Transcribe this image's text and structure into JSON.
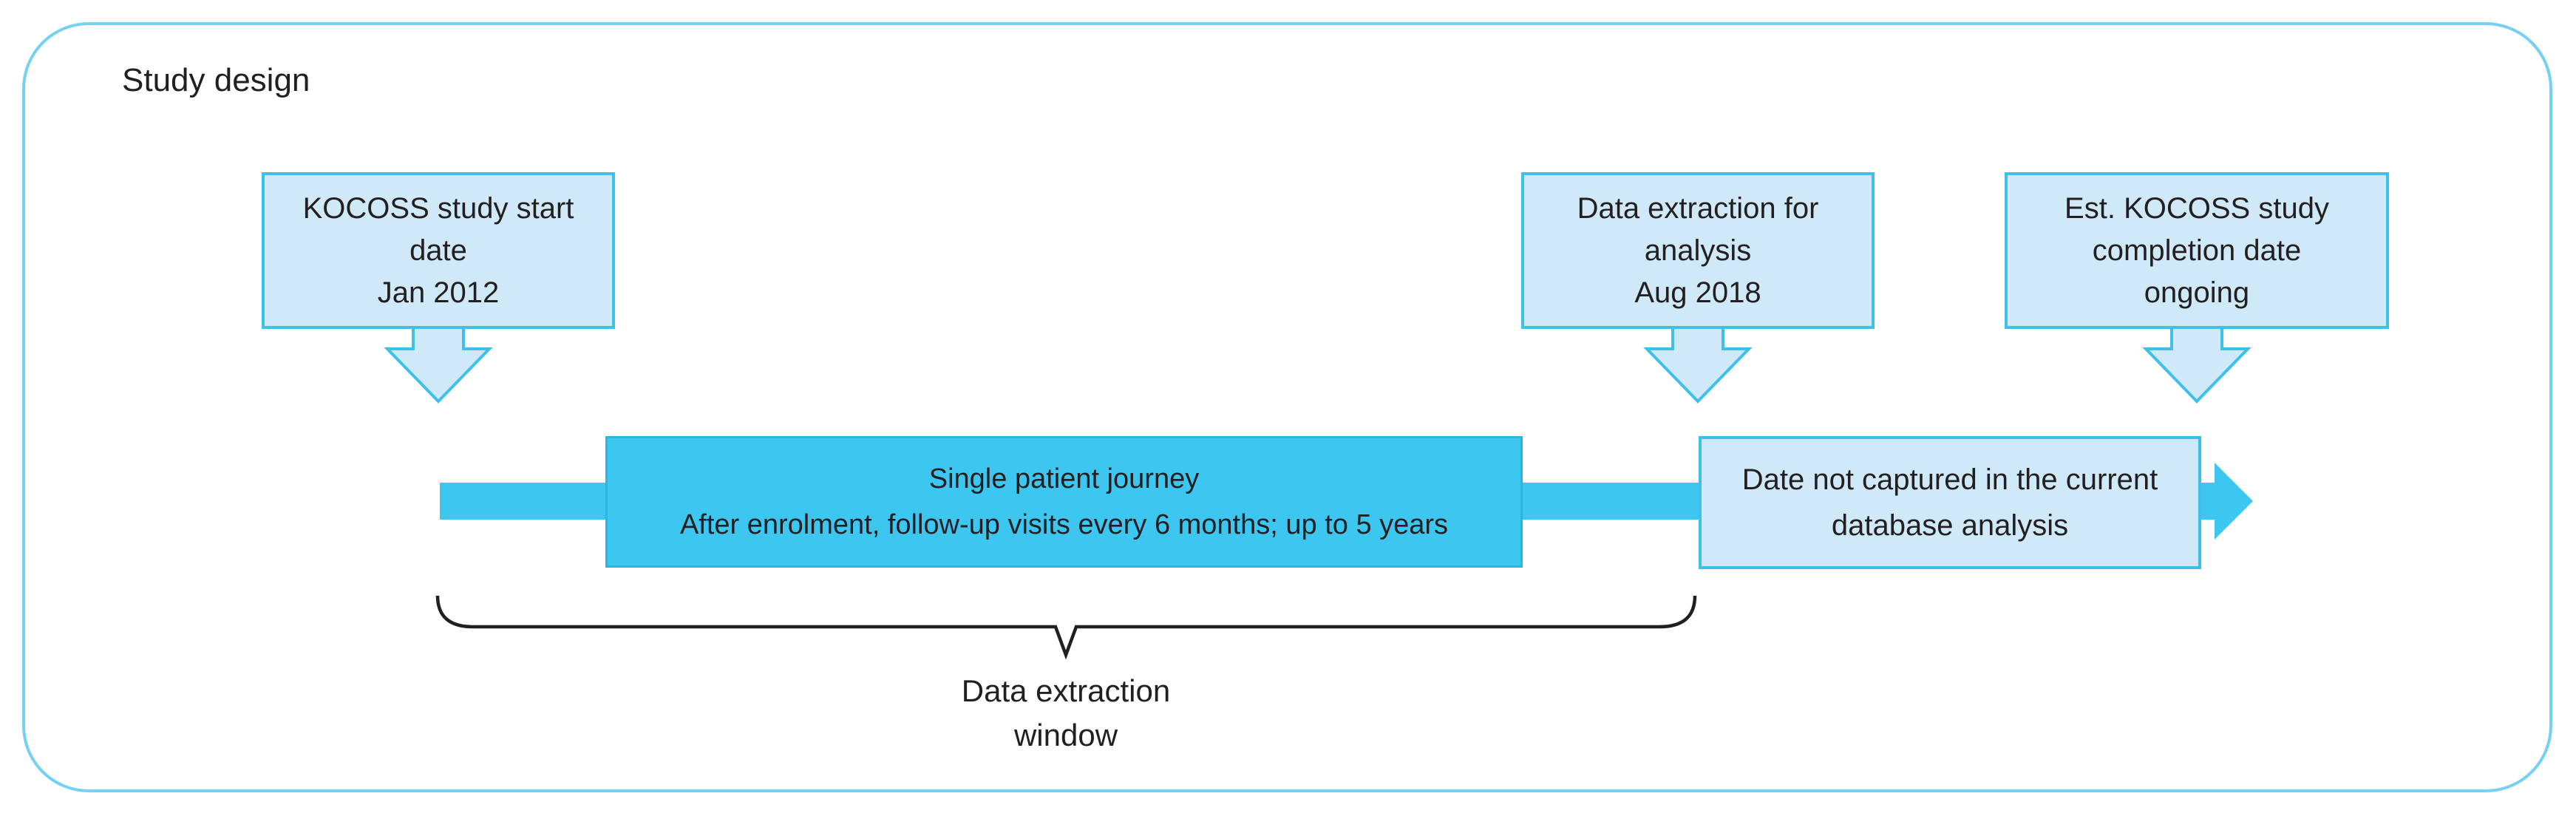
{
  "header": {
    "title": "Study design"
  },
  "colors": {
    "accent_cyan": "#3cc6f0",
    "accent_cyan_border": "#2ab5e2",
    "light_blue_fill": "#cfe9f8",
    "light_blue_border": "#3fc0ea",
    "frame_border": "#74d1f4",
    "text": "#231f20"
  },
  "milestones": [
    {
      "id": "study-start",
      "label": "KOCOSS study start\ndate\nJan 2012"
    },
    {
      "id": "data-extraction",
      "label": "Data extraction for\nanalysis\nAug 2018"
    },
    {
      "id": "completion",
      "label": "Est. KOCOSS study\ncompletion date\nongoing"
    }
  ],
  "timeline": {
    "journey_label": "Single patient journey\nAfter enrolment, follow-up visits every 6 months; up to 5 years",
    "not_captured_label": "Date not captured in the current\ndatabase analysis"
  },
  "extraction_window": {
    "label": "Data extraction\nwindow"
  },
  "icons": {
    "milestone_pointer": "block-down-arrow",
    "timeline_end": "right-arrowhead",
    "window_span": "curly-brace"
  }
}
